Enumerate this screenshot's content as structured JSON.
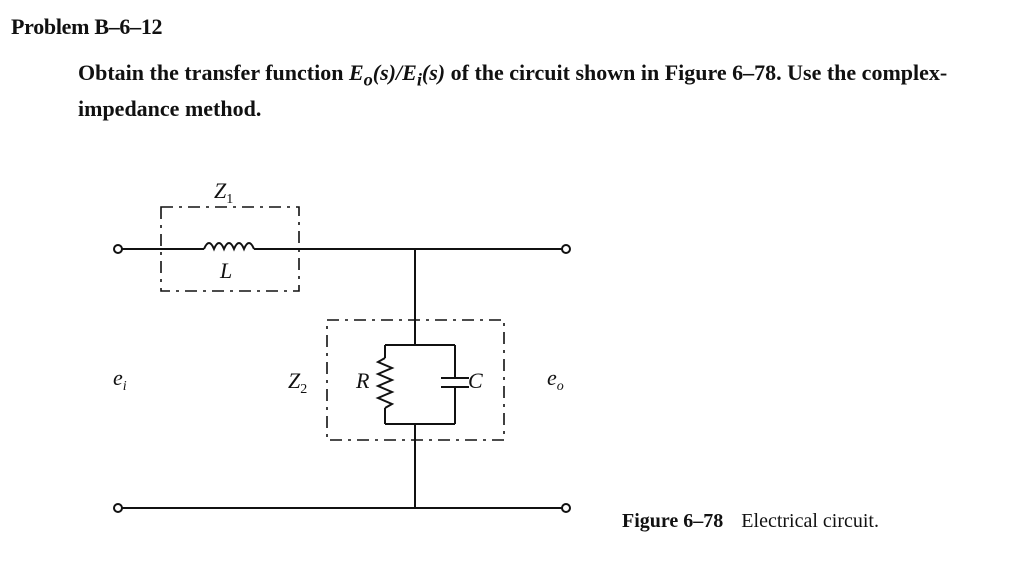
{
  "problem": {
    "heading": "Problem B–6–12",
    "text": {
      "before": "Obtain the transfer function ",
      "math_num": "E",
      "math_num_sub": "o",
      "math_num_arg": "(s)/",
      "math_den": "E",
      "math_den_sub": "i",
      "math_den_arg": "(s)",
      "after": " of the circuit shown in Figure 6–78. Use the complex-impedance method."
    }
  },
  "figure": {
    "labels": {
      "z1": "Z",
      "z1_sub": "1",
      "inductor": "L",
      "z2": "Z",
      "z2_sub": "2",
      "resistor": "R",
      "capacitor": "C",
      "input": "e",
      "input_sub": "i",
      "output": "e",
      "output_sub": "o"
    },
    "caption_number": "Figure 6–78",
    "caption_text": "Electrical circuit."
  }
}
